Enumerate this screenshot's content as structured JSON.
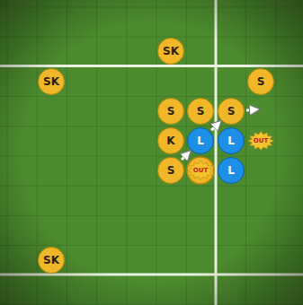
{
  "diagram": {
    "nodes": [
      {
        "text": [
          "SK"
        ]
      },
      {
        "text": [
          "SK"
        ]
      },
      {
        "text": [
          "S"
        ]
      },
      {
        "text": [
          "S"
        ]
      },
      {
        "text": [
          "S"
        ]
      },
      {
        "text": [
          "S"
        ]
      },
      {
        "text": [
          "K"
        ]
      },
      {
        "text": [
          "L"
        ]
      },
      {
        "text": [
          "L"
        ]
      },
      {
        "text": [
          "OUT"
        ]
      },
      {
        "text": [
          "S"
        ]
      },
      {
        "text": [
          "OUT"
        ]
      },
      {
        "text": [
          "L"
        ]
      },
      {
        "text": [
          "SK"
        ]
      }
    ],
    "edges": [
      {
        "from": 10,
        "to": 7,
        "arrow": "to"
      },
      {
        "from": 7,
        "to": 5,
        "arrow": "to"
      }
    ]
  }
}
